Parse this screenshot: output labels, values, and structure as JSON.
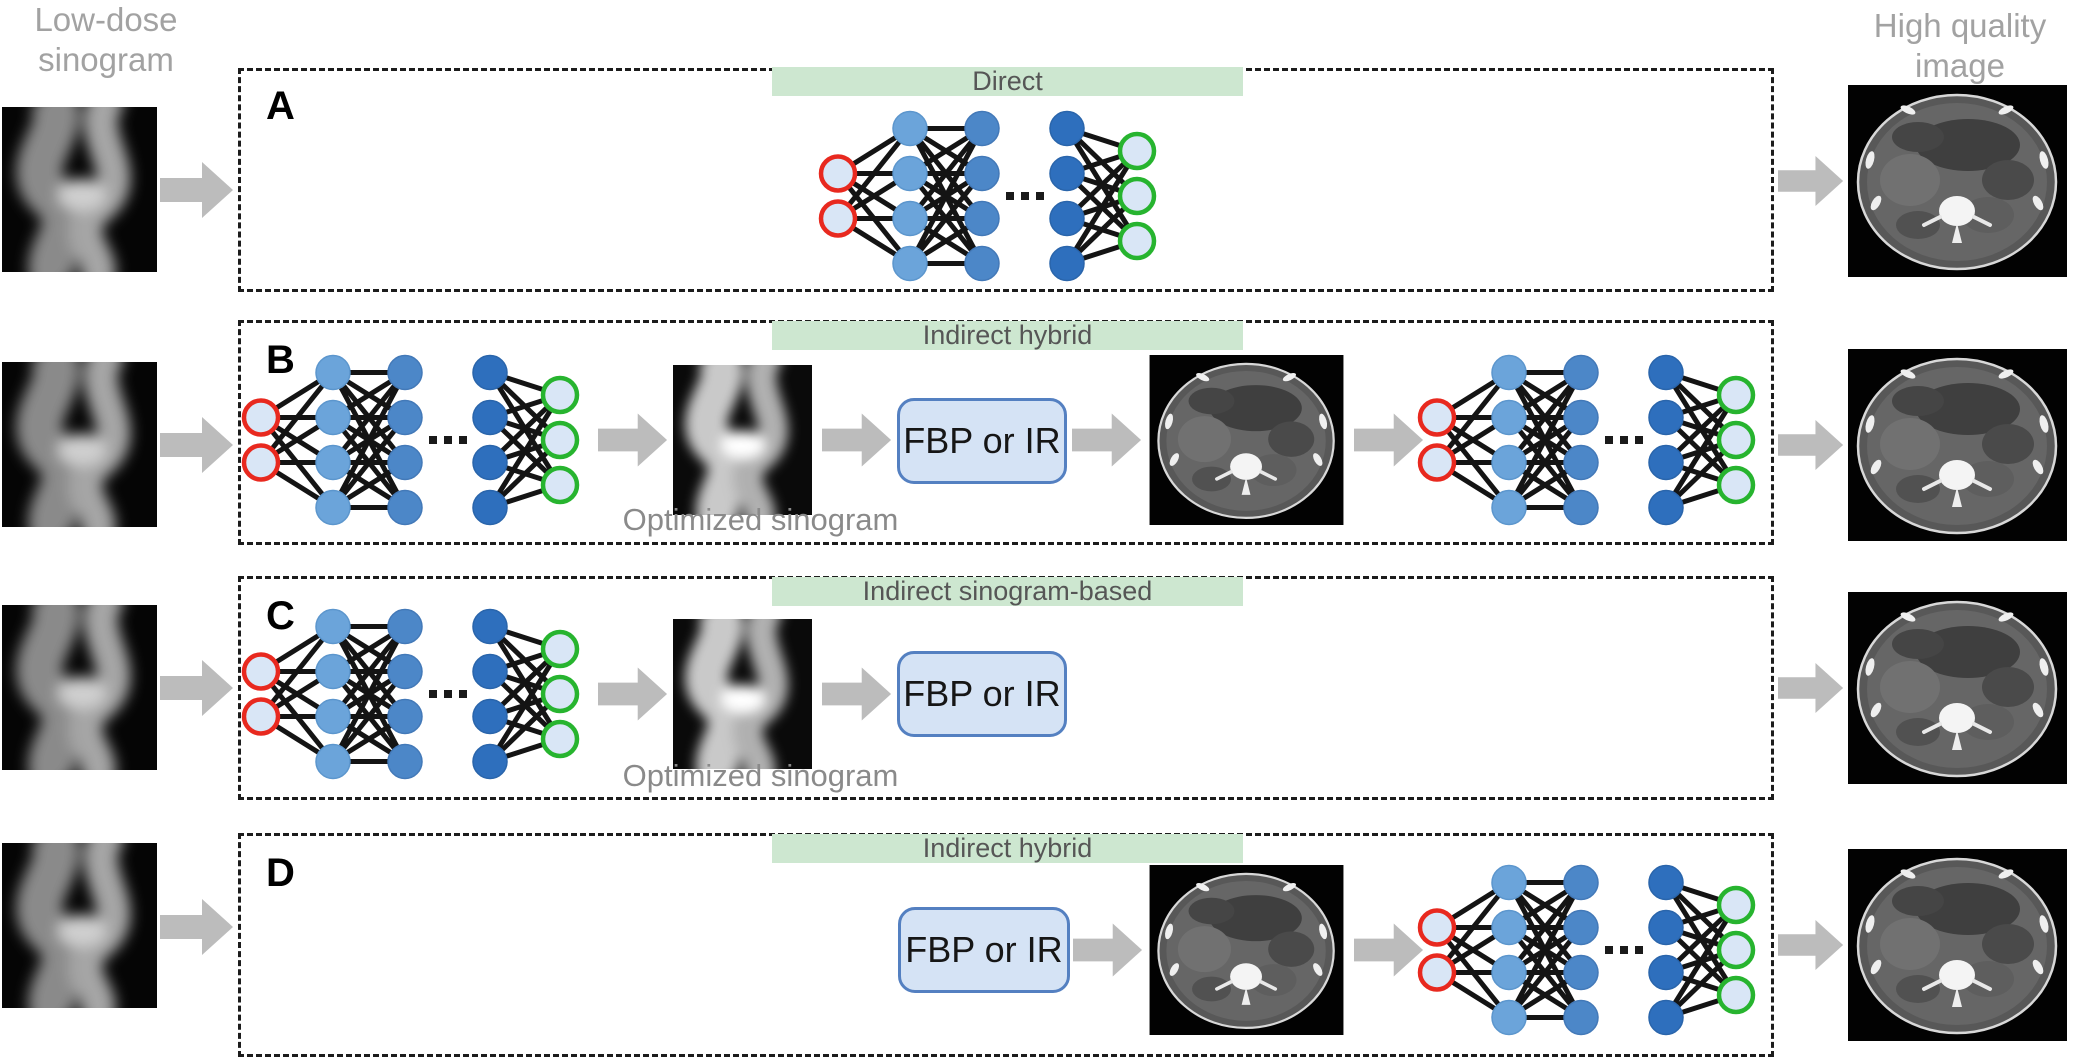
{
  "title_left": {
    "line1": "Low-dose",
    "line2": "sinogram"
  },
  "title_right": {
    "line1": "High quality",
    "line2": "image"
  },
  "rows": {
    "a": {
      "letter": "A",
      "category": "Direct"
    },
    "b": {
      "letter": "B",
      "category": "Indirect hybrid",
      "optimized_label": "Optimized sinogram",
      "processor_label": "FBP or IR"
    },
    "c": {
      "letter": "C",
      "category": "Indirect sinogram-based",
      "optimized_label": "Optimized sinogram",
      "processor_label": "FBP or IR"
    },
    "d": {
      "letter": "D",
      "category": "Indirect hybrid",
      "processor_label": "FBP or IR"
    }
  },
  "icons": {
    "arrow": "arrow-right-icon",
    "neural_network": "neural-network-diagram",
    "sinogram": "sinogram-image",
    "optimized_sinogram": "optimized-sinogram-image",
    "ct": "ct-slice-image"
  },
  "colors": {
    "banner_green": "#cde7d0",
    "banner_text": "#565656",
    "arrow_gray": "#bcbcbc",
    "dashed_border": "#1c1c1c",
    "title_gray": "#a2a2a2",
    "optimized_label_gray": "#8a8a8a",
    "fbp_fill": "#d5e3f5",
    "fbp_border": "#5480c1",
    "node_input_fill": "#d9e6f6",
    "node_input_stroke_red": "#e8291f",
    "node_output_stroke_green": "#27b42f",
    "node_blue_light": "#6ba4da",
    "node_blue_mid": "#4c87c8",
    "node_blue_dark": "#2e6fbd"
  }
}
